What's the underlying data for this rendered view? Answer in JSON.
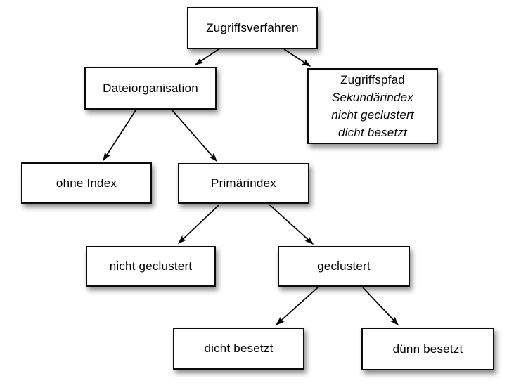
{
  "diagram": {
    "nodes": {
      "root": {
        "label": "Zugriffsverfahren"
      },
      "dateiorganisation": {
        "label": "Dateiorganisation"
      },
      "zugriffspfad": {
        "line1": "Zugriffspfad",
        "line2": "Sekundärindex",
        "line3": "nicht geclustert",
        "line4": "dicht besetzt"
      },
      "ohne_index": {
        "label": "ohne Index"
      },
      "primaerindex": {
        "label": "Primärindex"
      },
      "nicht_geclustert": {
        "label": "nicht geclustert"
      },
      "geclustert": {
        "label": "geclustert"
      },
      "dicht_besetzt": {
        "label": "dicht besetzt"
      },
      "duenn_besetzt": {
        "label": "dünn besetzt"
      }
    },
    "edges": [
      "Zugriffsverfahren -> Dateiorganisation",
      "Zugriffsverfahren -> Zugriffspfad",
      "Dateiorganisation -> ohne Index",
      "Dateiorganisation -> Primärindex",
      "Primärindex -> nicht geclustert",
      "Primärindex -> geclustert",
      "geclustert -> dicht besetzt",
      "geclustert -> dünn besetzt"
    ],
    "colors": {
      "background": "#ffffff",
      "box_fill": "#ffffff",
      "box_border": "#0b0b0b",
      "text": "#000000",
      "arrow": "#000000"
    }
  }
}
